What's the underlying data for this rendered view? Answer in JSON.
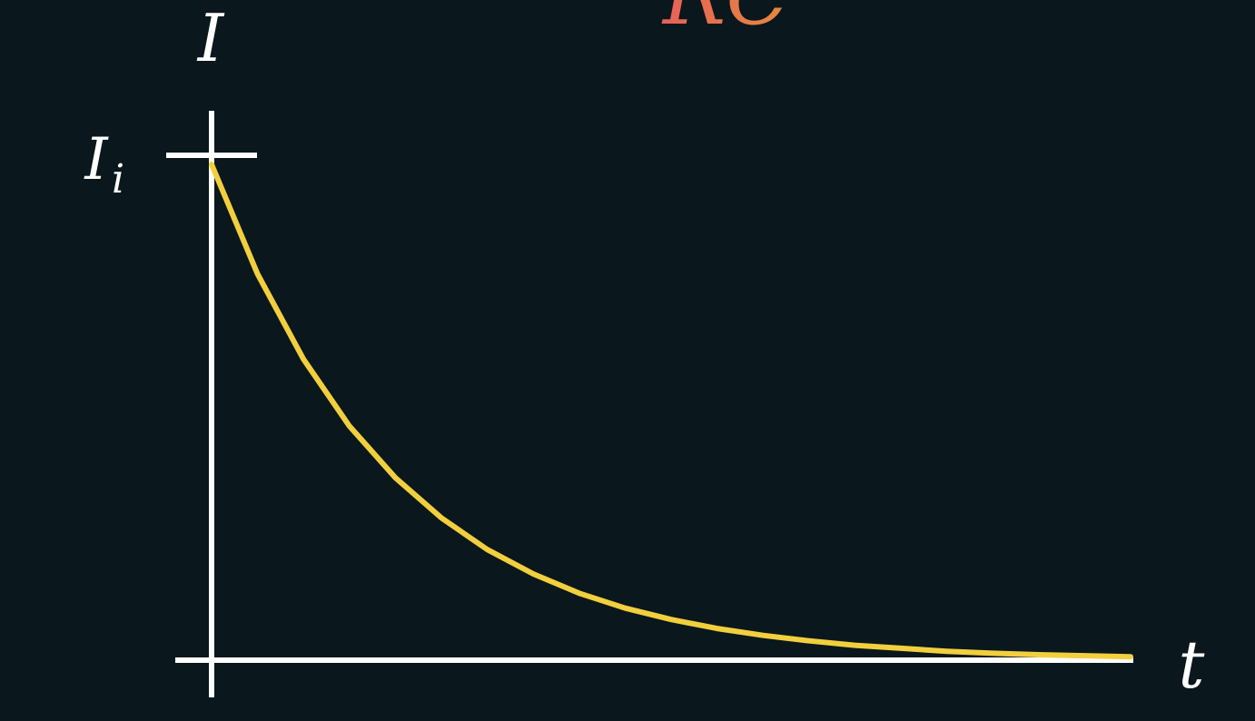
{
  "chart_data": {
    "type": "line",
    "xlabel": "t",
    "ylabel": "I",
    "y_tick_label": "I",
    "y_tick_subscript": "i",
    "formula_fragment": "RC",
    "grid": false,
    "legend": "none",
    "xlim": [
      0,
      5
    ],
    "ylim": [
      0,
      1
    ],
    "series": [
      {
        "x": [
          0,
          0.25,
          0.5,
          0.75,
          1.0,
          1.25,
          1.5,
          1.75,
          2.0,
          2.25,
          2.5,
          2.75,
          3.0,
          3.25,
          3.5,
          3.75,
          4.0,
          4.25,
          4.5,
          4.75,
          5.0
        ],
        "y": [
          1.0,
          0.779,
          0.607,
          0.472,
          0.368,
          0.287,
          0.223,
          0.174,
          0.135,
          0.105,
          0.082,
          0.064,
          0.05,
          0.039,
          0.03,
          0.024,
          0.018,
          0.014,
          0.011,
          0.009,
          0.007
        ]
      }
    ]
  },
  "colors": {
    "background": "#0a171d",
    "axes": "#ffffff",
    "curve": "#f2cf3d",
    "formula_start": "#e8605a",
    "formula_end": "#e58a3e"
  }
}
